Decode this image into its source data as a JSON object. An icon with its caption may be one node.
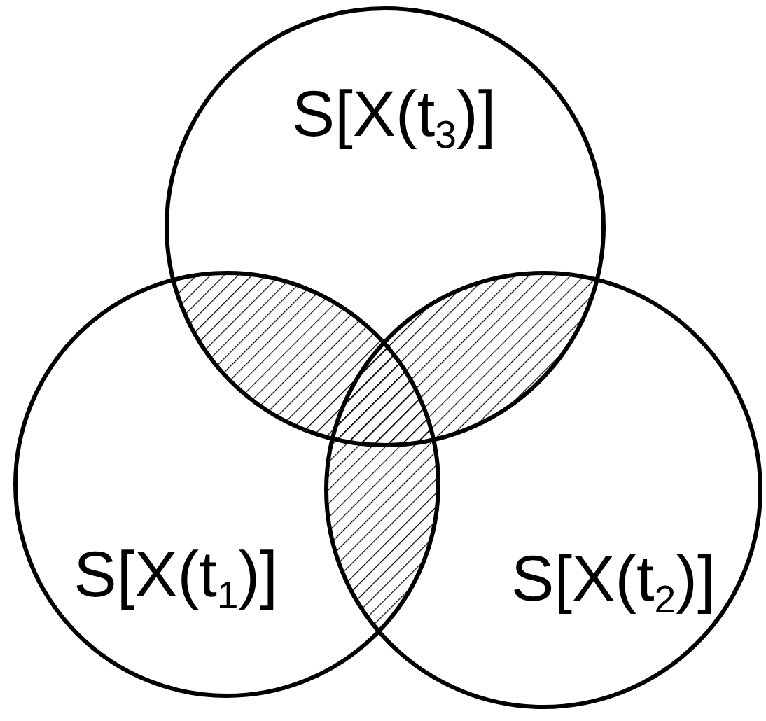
{
  "diagram": {
    "nodes": [
      {
        "text": [
          "S[X(t$_{3}$)]"
        ]
      },
      {
        "text": [
          "S[X(t$_{1}$)]"
        ]
      },
      {
        "text": [
          "S[X(t$_{2}$)]"
        ]
      }
    ],
    "edges": []
  }
}
